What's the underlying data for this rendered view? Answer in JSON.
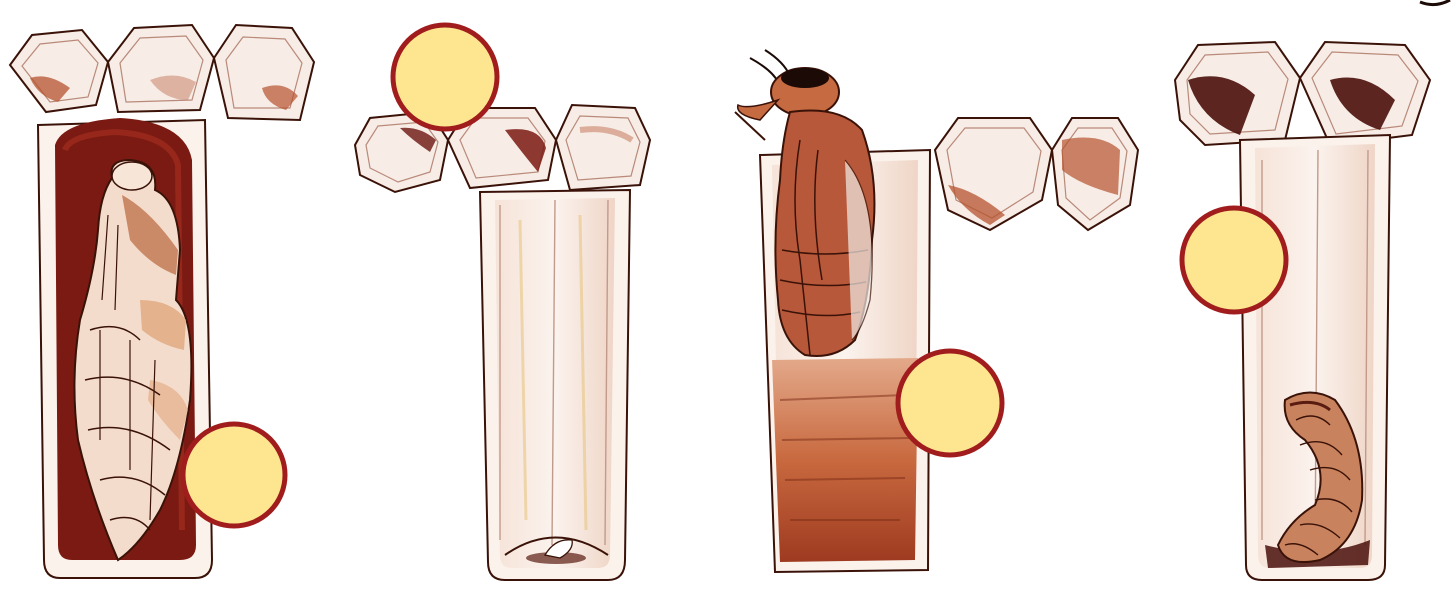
{
  "figure": {
    "panels": [
      {
        "stage": "pupa",
        "markers": 1
      },
      {
        "stage": "egg",
        "markers": 1
      },
      {
        "stage": "emerging-bee",
        "markers": 1
      },
      {
        "stage": "larva",
        "markers": 1
      }
    ],
    "colors": {
      "marker_fill": "#fde68f",
      "marker_stroke": "#a11d1d",
      "comb_brown": "#8b2a18",
      "dark_brown": "#5a0f0a",
      "cell_tan": "#f3d7c7"
    }
  }
}
